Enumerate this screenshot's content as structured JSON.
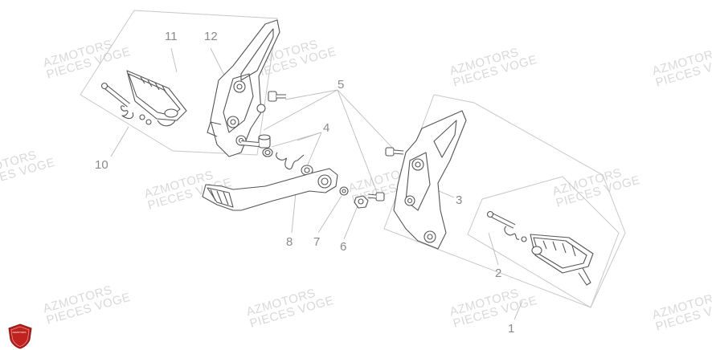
{
  "watermark": {
    "line1": "AZMOTORS",
    "line2": "PIECES VOGE"
  },
  "callouts": [
    "1",
    "2",
    "3",
    "4",
    "5",
    "6",
    "7",
    "8",
    "10",
    "11",
    "12"
  ],
  "logo": {
    "text": "AZMOTORS",
    "colors": {
      "shield": "#c0221f",
      "shield_dark": "#7e1412"
    }
  },
  "colors": {
    "line": "#555555",
    "frame": "#c8c8c8",
    "leader": "#bbbbbb",
    "label": "#8a8a8a",
    "watermark": "#d9d9d9"
  }
}
